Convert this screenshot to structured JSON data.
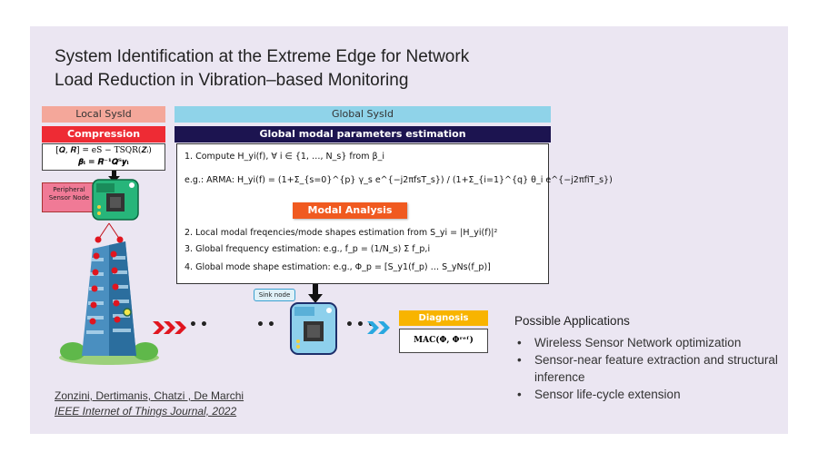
{
  "title": {
    "line1": "System Identification at the Extreme Edge for Network",
    "line2": "Load Reduction in Vibration–based Monitoring"
  },
  "local": {
    "header": "Local SysId",
    "compression_label": "Compression",
    "eq1": "[𝑸, 𝑹] = eS − TSQR(𝒁ᵢ)",
    "eq2": "𝜷ᵢ = 𝑹⁻¹𝑸ᵀ𝒚ᵢ",
    "peripheral_label": "Peripheral Sensor Node"
  },
  "global": {
    "header": "Global SysId",
    "estimation_label": "Global modal parameters estimation",
    "step1": "1.  Compute H_yi(f), ∀ i ∈ {1, …, N_s} from β_i",
    "arma": "e.g.: ARMA: H_yi(f) = (1+Σ_{s=0}^{p} γ_s e^{−j2πfsT_s}) / (1+Σ_{i=1}^{q} θ_i e^{−j2πfiT_s})",
    "modal_analysis_label": "Modal Analysis",
    "step2": "2.  Local modal freqencies/mode shapes estimation from S_yi = |H_yi(f)|²",
    "step3": "3.  Global frequency estimation: e.g., f_p = (1/N_s) Σ f_p,i",
    "step4": "4.  Global mode shape estimation: e.g., Φ_p = [S_y1(f_p) … S_yNs(f_p)]"
  },
  "sink_label": "Sink node",
  "diagnosis": {
    "header": "Diagnosis",
    "formula": "MAC(Φ, Φʳᵉᶠ)"
  },
  "applications": {
    "title": "Possible Applications",
    "items": [
      "Wireless Sensor Network optimization",
      "Sensor-near feature extraction and structural inference",
      "Sensor life-cycle extension"
    ]
  },
  "citation": {
    "authors": "Zonzini, Dertimanis, Chatzi , De Marchi",
    "journal": "IEEE Internet of Things Journal, 2022"
  },
  "colors": {
    "local_header": "#f4a79a",
    "compression": "#ee2b34",
    "global_header": "#8fd3e9",
    "estimation": "#1c1450",
    "modal_analysis": "#f05a20",
    "diagnosis": "#f8b400",
    "slide_bg": "#ebe6f2"
  }
}
